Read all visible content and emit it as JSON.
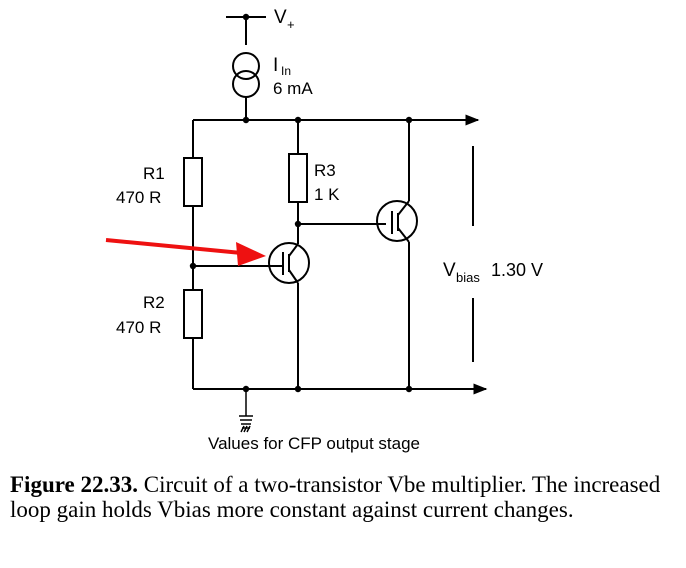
{
  "schematic": {
    "supply_label": "V",
    "supply_sub": "+",
    "current_source_label": "I",
    "current_source_sub": "In",
    "current_source_value": "6 mA",
    "r1_name": "R1",
    "r1_value": "470 R",
    "r2_name": "R2",
    "r2_value": "470 R",
    "r3_name": "R3",
    "r3_value": "1 K",
    "vbias_label": "V",
    "vbias_sub": "bias",
    "vbias_value": "1.30 V",
    "footer_note": "Values for CFP output stage"
  },
  "caption": {
    "figure_label": "Figure 22.33.",
    "text": "Circuit of a two-transistor Vbe multiplier. The increased loop gain holds Vbias more constant against current changes."
  },
  "colors": {
    "annotation_arrow": "#ee1111",
    "wire": "#000000"
  }
}
